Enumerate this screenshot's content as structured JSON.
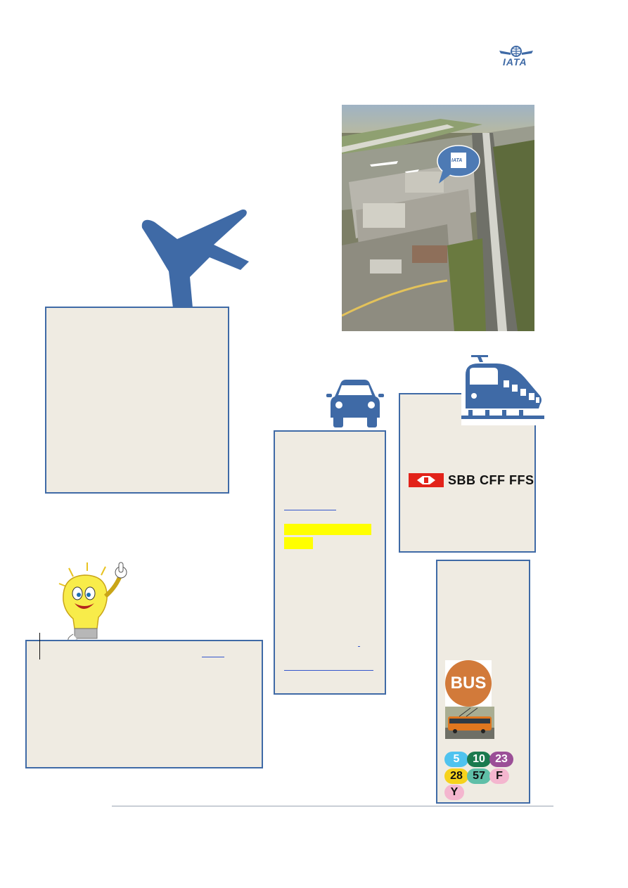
{
  "header": {
    "logo_text": "IATA",
    "airport_pin_text": "IATA"
  },
  "sbb": {
    "logo_text": "SBB CFF FFS"
  },
  "bus": {
    "badge_text": "BUS",
    "lines": [
      "5",
      "10",
      "23",
      "28",
      "57",
      "F",
      "Y"
    ],
    "line_colors": [
      "#4fc3ef",
      "#1b7a4e",
      "#9b4f97",
      "#f6d21c",
      "#5fbfa8",
      "#f4b6cf",
      "#f4b6cf"
    ]
  },
  "colors": {
    "accent": "#3f6aa6",
    "box_fill": "#efebe2",
    "bus_orange": "#d27a3a",
    "sbb_red": "#e2231a",
    "highlight": "#ffff00"
  }
}
